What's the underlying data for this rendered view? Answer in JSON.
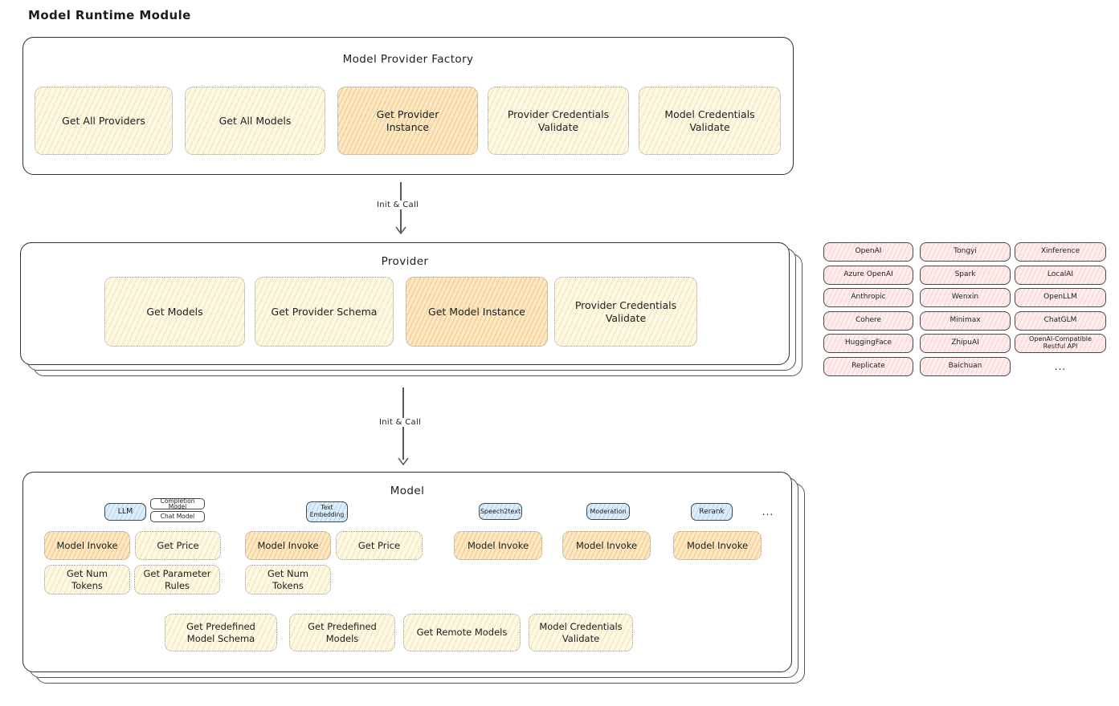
{
  "title": "Model Runtime Module",
  "colors": {
    "yellow_fill": "#fdf8e3",
    "orange_fill": "#fbe8c6",
    "pink_fill": "#fdeded",
    "blue_fill": "#ddeefa",
    "stroke": "#2f2f2f"
  },
  "factory": {
    "title": "Model Provider Factory",
    "boxes": [
      "Get All Providers",
      "Get All Models",
      "Get Provider Instance",
      "Provider Credentials Validate",
      "Model Credentials Validate"
    ]
  },
  "arrows": {
    "init_call_1": "Init & Call",
    "init_call_2": "Init & Call"
  },
  "provider": {
    "title": "Provider",
    "boxes": [
      "Get Models",
      "Get Provider Schema",
      "Get Model Instance",
      "Provider Credentials Validate"
    ]
  },
  "provider_list": {
    "rows": [
      [
        "OpenAI",
        "Tongyi",
        "Xinference"
      ],
      [
        "Azure OpenAI",
        "Spark",
        "LocalAI"
      ],
      [
        "Anthropic",
        "Wenxin",
        "OpenLLM"
      ],
      [
        "Cohere",
        "Minimax",
        "ChatGLM"
      ],
      [
        "HuggingFace",
        "ZhipuAI",
        "OpenAI-Compatible Restful API"
      ],
      [
        "Replicate",
        "Baichuan",
        "..."
      ]
    ]
  },
  "model": {
    "title": "Model",
    "tags": [
      "LLM",
      "Completion Model",
      "Chat Model",
      "Text Embedding",
      "Speech2text",
      "Moderation",
      "Rerank",
      "..."
    ],
    "llm_ops": [
      "Model Invoke",
      "Get Price",
      "Get Num Tokens",
      "Get Parameter Rules"
    ],
    "embedding_ops": [
      "Model Invoke",
      "Get Price",
      "Get Num Tokens"
    ],
    "speech2text_ops": [
      "Model Invoke"
    ],
    "moderation_ops": [
      "Model Invoke"
    ],
    "rerank_ops": [
      "Model Invoke"
    ],
    "shared_ops": [
      "Get Predefined Model Schema",
      "Get Predefined Models",
      "Get Remote Models",
      "Model Credentials Validate"
    ]
  }
}
